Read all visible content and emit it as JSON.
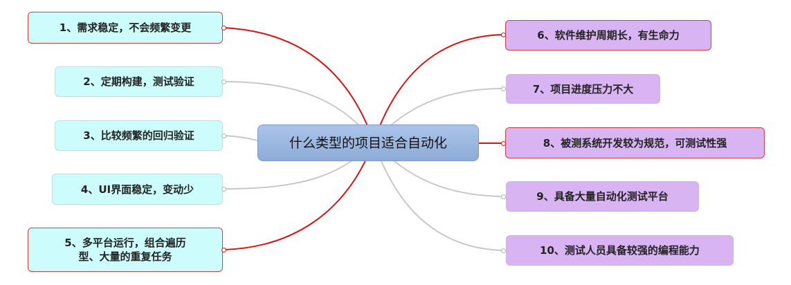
{
  "center": {
    "label": "什么类型的项目适合自动化"
  },
  "left_nodes": [
    {
      "label": "1、需求稳定，不会频繁变更",
      "highlight": true
    },
    {
      "label": "2、定期构建，测试验证",
      "highlight": false
    },
    {
      "label": "3、比较频繁的回归验证",
      "highlight": false
    },
    {
      "label": "4、UI界面稳定，变动少",
      "highlight": false
    },
    {
      "line1": "5、多平台运行，组合遍历",
      "line2": "型、大量的重复任务",
      "highlight": true
    }
  ],
  "right_nodes": [
    {
      "label": "6、软件维护周期长，有生命力",
      "highlight": true
    },
    {
      "label": "7、项目进度压力不大",
      "highlight": false
    },
    {
      "label": "8、被测系统开发较为规范，可测试性强",
      "highlight": true
    },
    {
      "label": "9、具备大量自动化测试平台",
      "highlight": false
    },
    {
      "label": "10、测试人员具备较强的编程能力",
      "highlight": false
    }
  ],
  "colors": {
    "highlight_link": "#e01010",
    "normal_link": "#c8c8c8",
    "left_fill": "#ccfcfc",
    "right_fill": "#d9b4f3",
    "center_fill": "#9db8e0"
  }
}
